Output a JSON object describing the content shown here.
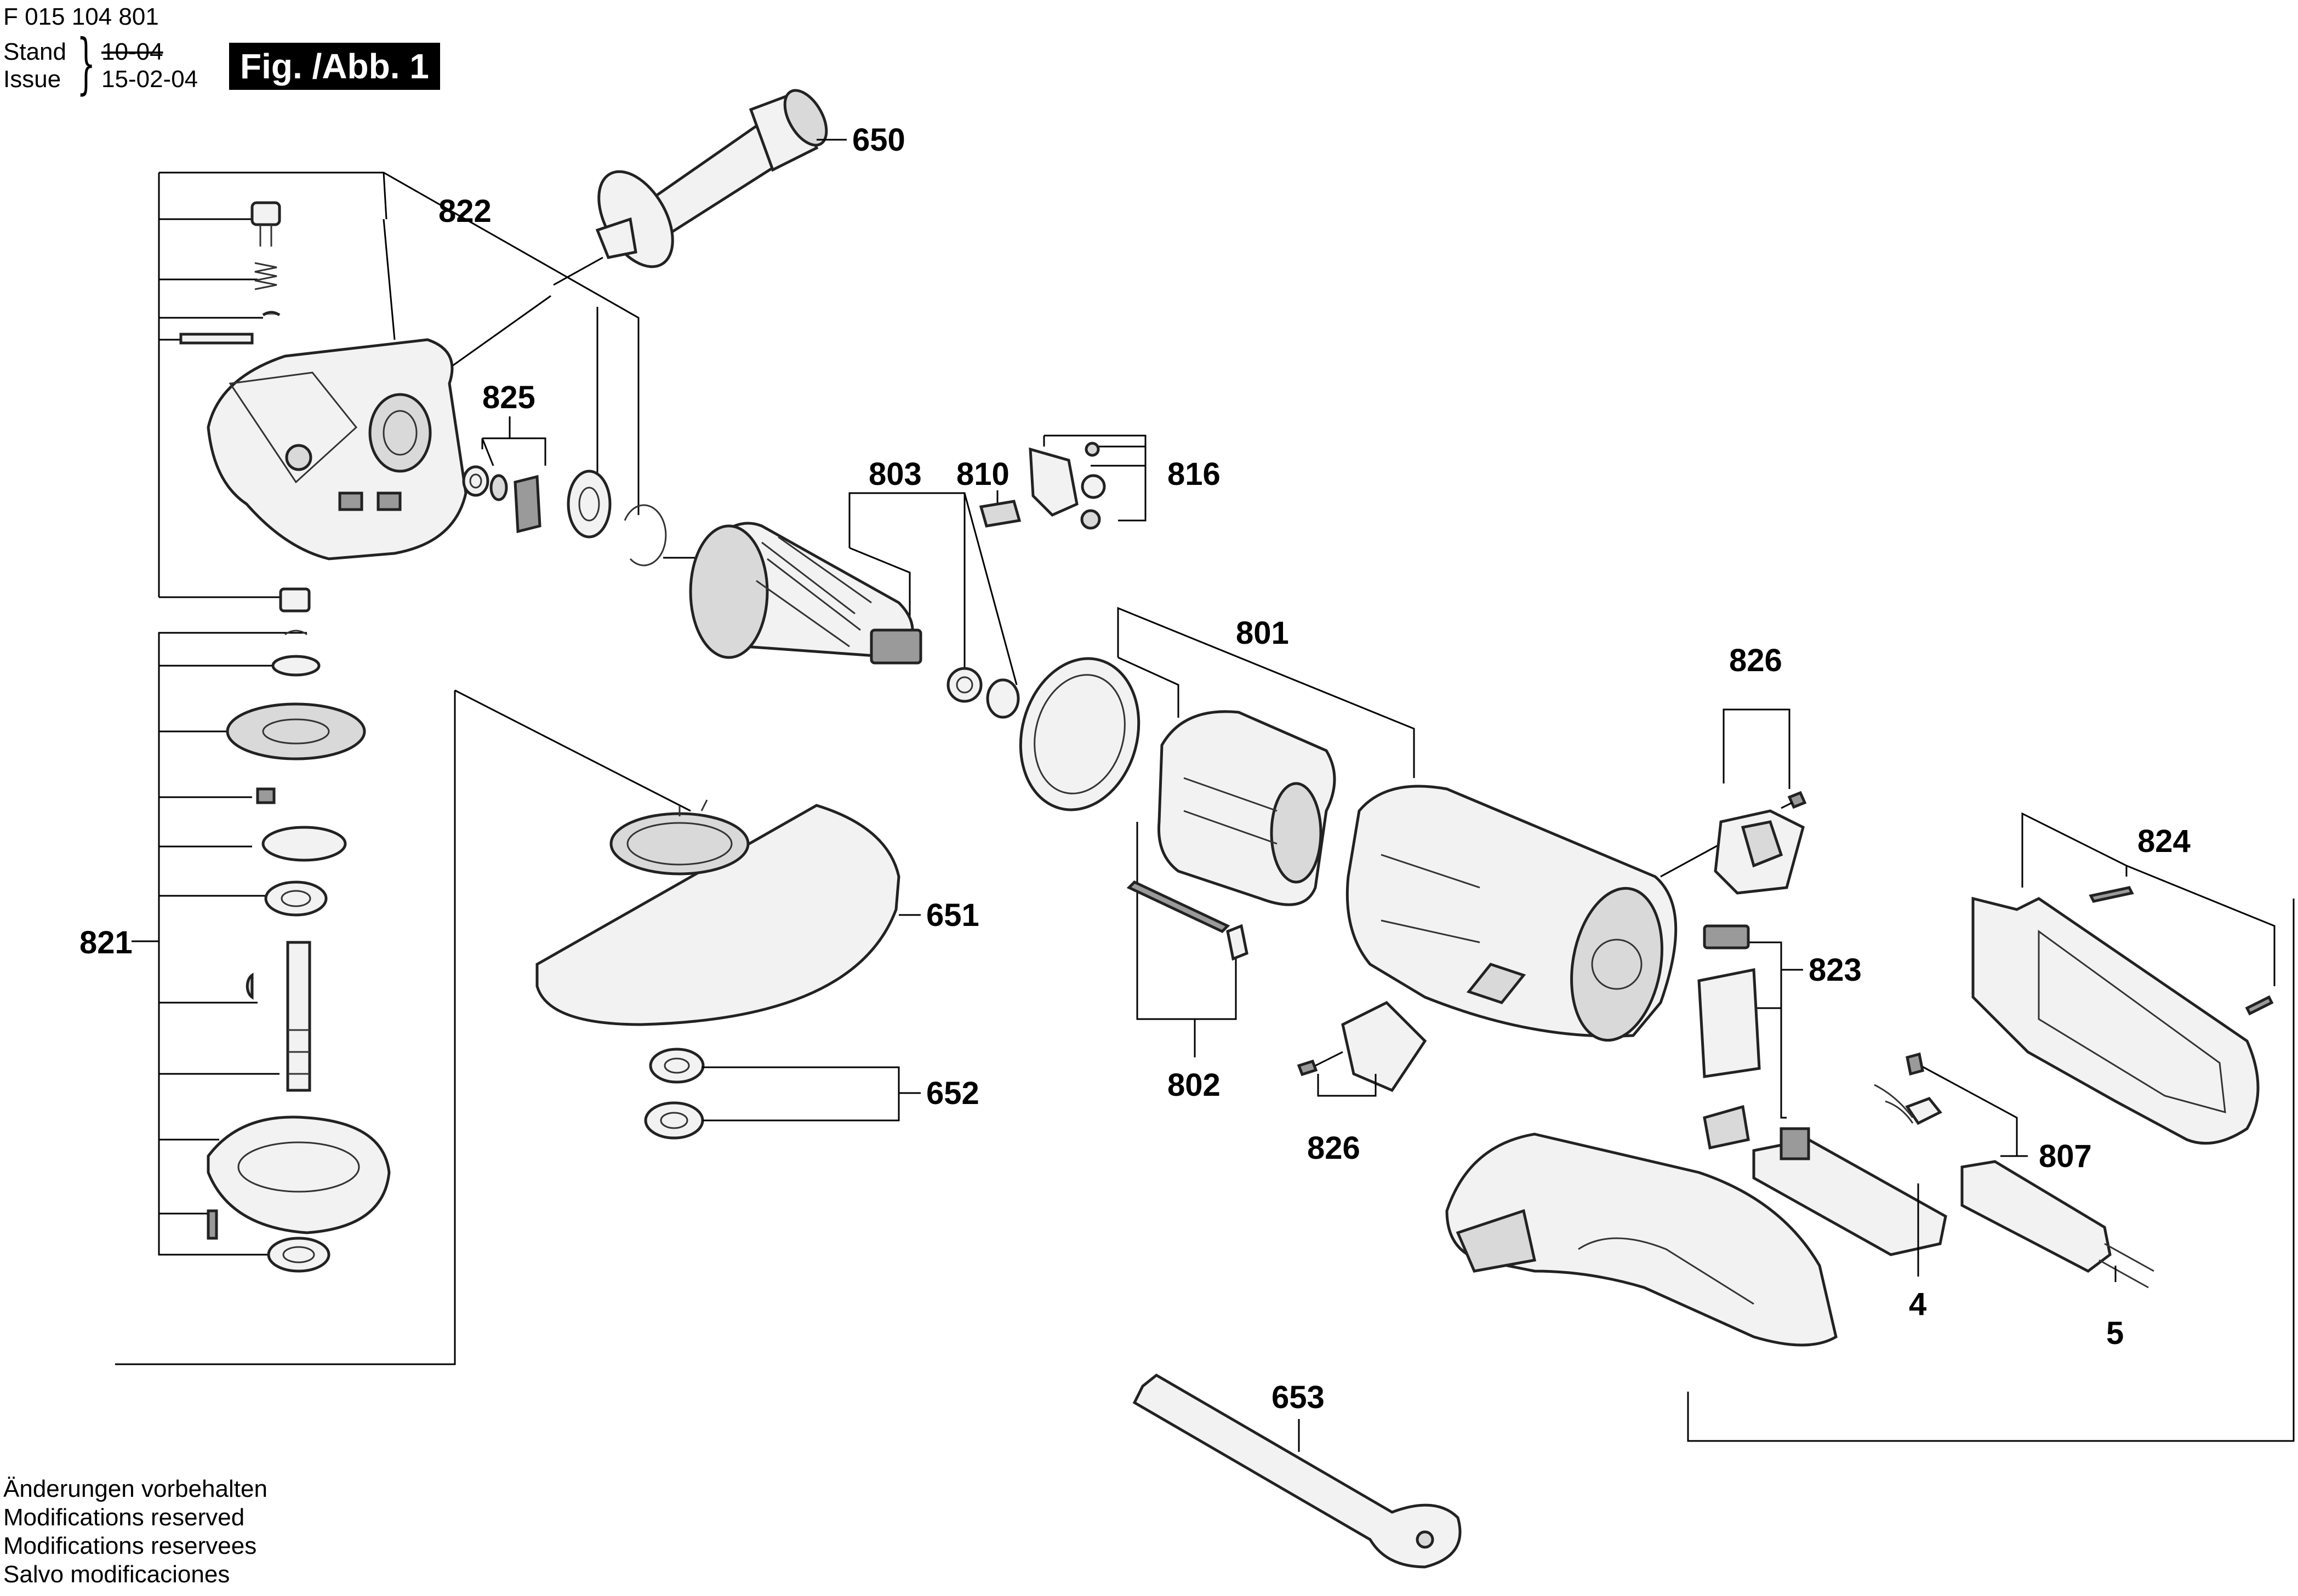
{
  "header": {
    "part_number": "F 015 104 801",
    "stand_label": "Stand",
    "issue_label": "Issue",
    "stand_old_date": "10-04",
    "issue_date": "15-02-04",
    "figure_label": "Fig. /Abb. 1"
  },
  "callouts": {
    "c650": "650",
    "c822": "822",
    "c825": "825",
    "c803": "803",
    "c810": "810",
    "c816": "816",
    "c801": "801",
    "c826a": "826",
    "c824": "824",
    "c651": "651",
    "c821": "821",
    "c823": "823",
    "c802": "802",
    "c826b": "826",
    "c652": "652",
    "c807": "807",
    "c4": "4",
    "c5": "5",
    "c653": "653"
  },
  "footer": {
    "line1": "Änderungen vorbehalten",
    "line2": "Modifications reserved",
    "line3": "Modifications reservees",
    "line4": "Salvo modificaciones"
  }
}
